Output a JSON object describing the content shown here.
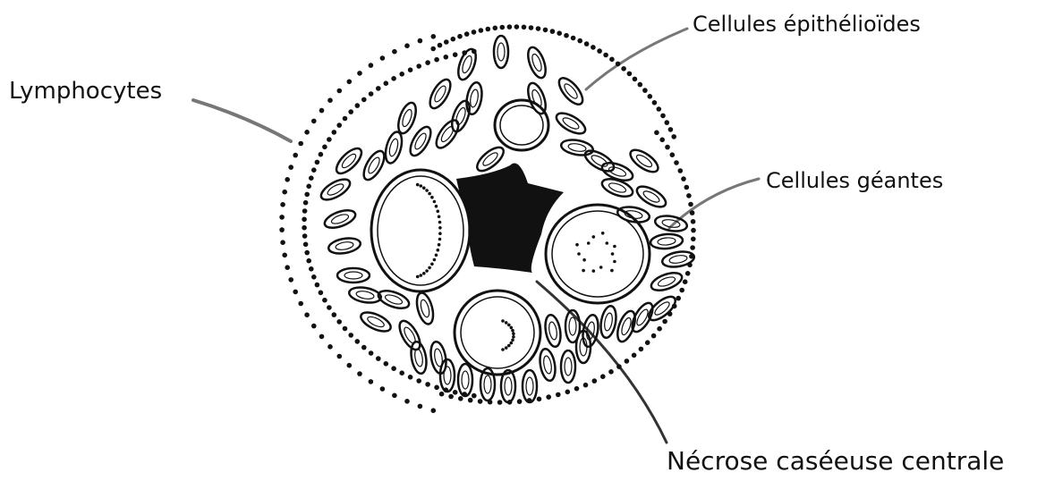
{
  "labels": {
    "lymphocytes": "Lymphocytes",
    "epithelioid": "Cellules épithélioïdes",
    "giant_cells": "Cellules géantes",
    "necrosis": "Nécrose caséeuse centrale"
  },
  "colors": {
    "ink": "#111111",
    "leader": "#777777",
    "necrosis_fill": "#111111",
    "background": "#ffffff"
  }
}
